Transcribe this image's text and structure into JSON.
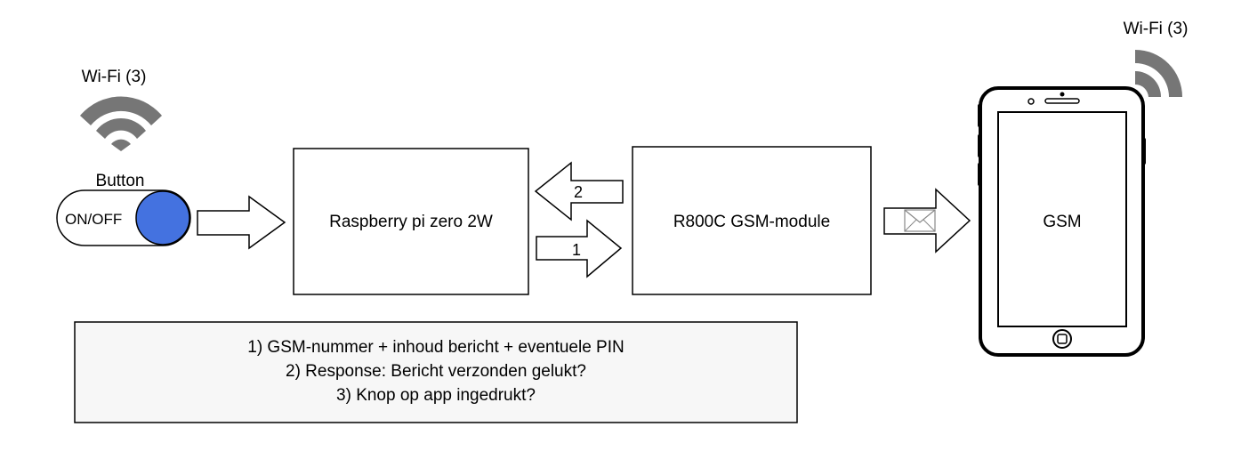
{
  "labels": {
    "wifi_left": "Wi-Fi (3)",
    "wifi_right": "Wi-Fi (3)",
    "button_caption": "Button",
    "toggle_label": "ON/OFF",
    "raspberry": "Raspberry pi zero 2W",
    "gsm_module": "R800C GSM-module",
    "phone": "GSM",
    "arrow_to_module": "1",
    "arrow_to_pi": "2"
  },
  "legend": {
    "lines": [
      "1) GSM-nummer + inhoud bericht + eventuele PIN",
      "2) Response: Bericht verzonden gelukt?",
      "3) Knop op app ingedrukt?"
    ]
  },
  "icons": {
    "wifi": "wifi-icon",
    "toggle": "toggle-switch-icon",
    "envelope": "envelope-icon",
    "phone": "smartphone-icon"
  },
  "colors": {
    "toggle_knob": "#4472E0",
    "wifi_signal": "#767676",
    "legend_fill": "#F7F7F7",
    "stroke": "#000000"
  }
}
